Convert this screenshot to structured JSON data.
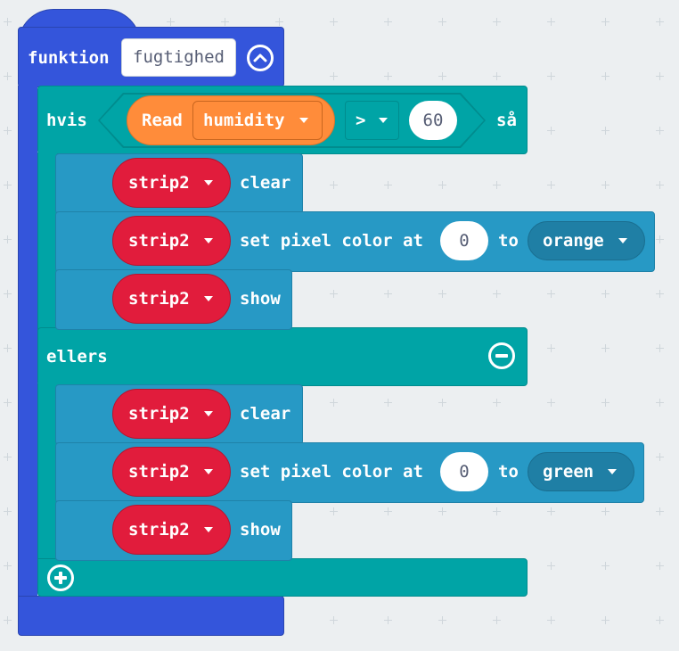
{
  "function_block": {
    "keyword": "funktion",
    "name": "fugtighed",
    "collapse_icon": "chevron-up-circle-icon",
    "color": "#3455db"
  },
  "if_block": {
    "if_label": "hvis",
    "then_label": "så",
    "else_label": "ellers",
    "remove_else_icon": "minus-circle-icon",
    "add_branch_icon": "plus-circle-icon",
    "color": "#00a4a6",
    "condition": {
      "read_label": "Read",
      "sensor": "humidity",
      "operator": ">",
      "value": "60",
      "read_color": "#ff8c3a"
    }
  },
  "then_branch": [
    {
      "strip": "strip2",
      "action": "clear"
    },
    {
      "strip": "strip2",
      "action": "set pixel color at",
      "index": "0",
      "to_label": "to",
      "color": "orange"
    },
    {
      "strip": "strip2",
      "action": "show"
    }
  ],
  "else_branch": [
    {
      "strip": "strip2",
      "action": "clear"
    },
    {
      "strip": "strip2",
      "action": "set pixel color at",
      "index": "0",
      "to_label": "to",
      "color": "green"
    },
    {
      "strip": "strip2",
      "action": "show"
    }
  ],
  "colors": {
    "workspace": "#eceff1",
    "neopixel_statement": "#2799c5",
    "strip_variable": "#e11c3c"
  }
}
